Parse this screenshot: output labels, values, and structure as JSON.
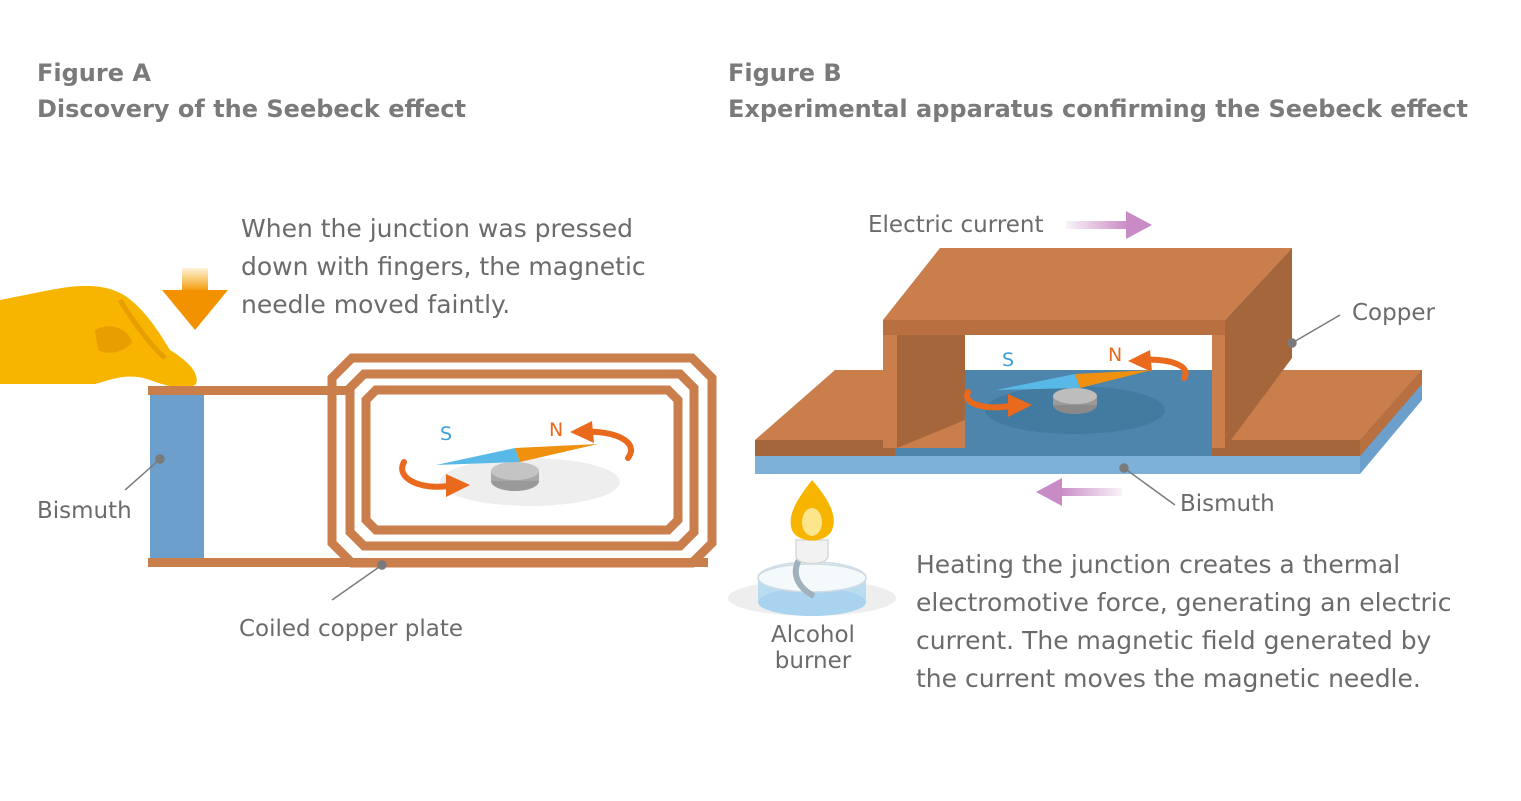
{
  "figure_a": {
    "heading": "Figure A",
    "title": "Discovery of the Seebeck effect",
    "caption": [
      "When the junction was pressed",
      "down with fingers, the magnetic",
      "needle moved faintly."
    ],
    "label_bismuth": "Bismuth",
    "label_coil": "Coiled copper plate",
    "pole_s": "S",
    "pole_n": "N"
  },
  "figure_b": {
    "heading": "Figure B",
    "title": "Experimental apparatus confirming the Seebeck effect",
    "label_current": "Electric current",
    "label_copper": "Copper",
    "label_bismuth": "Bismuth",
    "label_burner": [
      "Alcohol",
      "burner"
    ],
    "caption": [
      "Heating the junction creates a thermal",
      "electromotive force, generating an electric",
      "current. The magnetic field generated by",
      "the current moves the magnetic needle."
    ],
    "pole_s": "S",
    "pole_n": "N"
  },
  "colors": {
    "copper": "#c97e4b",
    "copper_dark": "#a5663c",
    "bismuth": "#6c9fcc",
    "bismuth_dark": "#4e85ad",
    "needle_orange": "#f0900f",
    "needle_blue": "#59b9e6",
    "arrow_orange": "#e9691d",
    "hand_yellow": "#f7b500",
    "current_arrow": "#c98bc6",
    "text_gray": "#6b6b6b"
  }
}
